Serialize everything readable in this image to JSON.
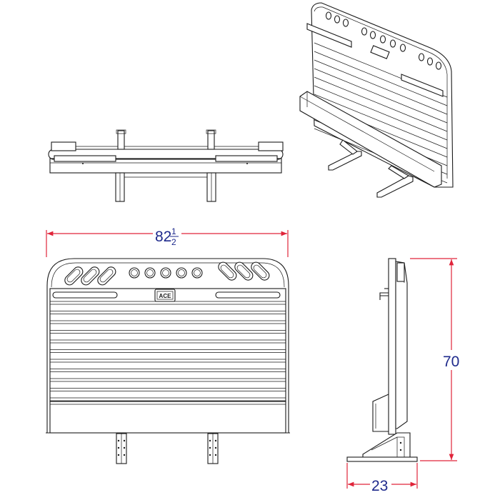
{
  "dimensions": {
    "width_whole": "82",
    "width_frac_num": "1",
    "width_frac_den": "2",
    "height": "70",
    "depth": "23"
  },
  "logo": {
    "text": "ACE"
  },
  "colors": {
    "dimension_line": "#e0243a",
    "dimension_text": "#1e2a8c",
    "line": "#1a1a1a"
  }
}
